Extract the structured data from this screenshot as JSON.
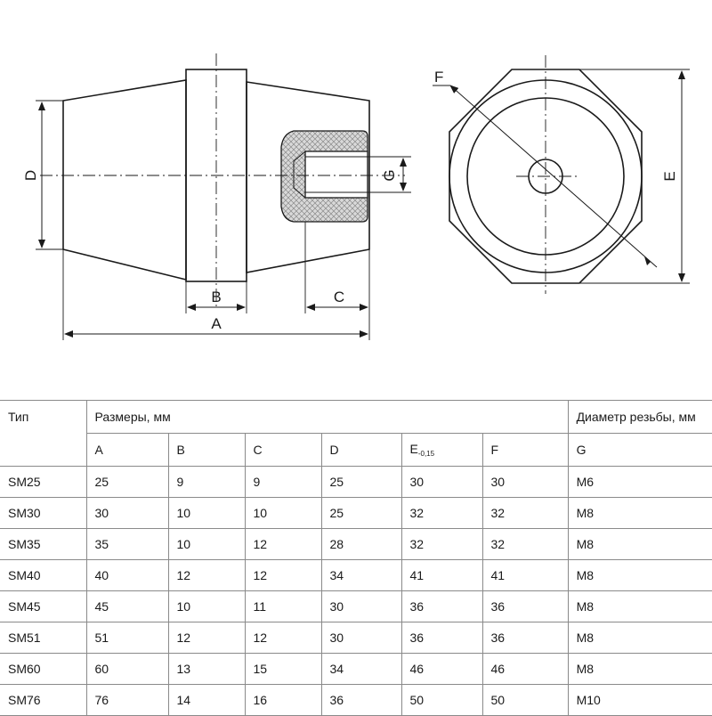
{
  "drawing": {
    "labels": {
      "A": "A",
      "B": "B",
      "C": "C",
      "D": "D",
      "E": "E",
      "F": "F",
      "G": "G"
    },
    "colors": {
      "body_fill": "#000000",
      "line": "#1a1a1a",
      "insert_hatch": "#d9d9d9"
    }
  },
  "table": {
    "type_header": "Тип",
    "dimensions_header": "Размеры, мм",
    "thread_header": "Диаметр резьбы, мм",
    "columns": [
      "A",
      "B",
      "C",
      "D",
      "E",
      "F",
      "G"
    ],
    "e_subscript": "-0,15",
    "rows": [
      {
        "type": "SM25",
        "A": "25",
        "B": "9",
        "C": "9",
        "D": "25",
        "E": "30",
        "F": "30",
        "G": "M6"
      },
      {
        "type": "SM30",
        "A": "30",
        "B": "10",
        "C": "10",
        "D": "25",
        "E": "32",
        "F": "32",
        "G": "M8"
      },
      {
        "type": "SM35",
        "A": "35",
        "B": "10",
        "C": "12",
        "D": "28",
        "E": "32",
        "F": "32",
        "G": "M8"
      },
      {
        "type": "SM40",
        "A": "40",
        "B": "12",
        "C": "12",
        "D": "34",
        "E": "41",
        "F": "41",
        "G": "M8"
      },
      {
        "type": "SM45",
        "A": "45",
        "B": "10",
        "C": "11",
        "D": "30",
        "E": "36",
        "F": "36",
        "G": "M8"
      },
      {
        "type": "SM51",
        "A": "51",
        "B": "12",
        "C": "12",
        "D": "30",
        "E": "36",
        "F": "36",
        "G": "M8"
      },
      {
        "type": "SM60",
        "A": "60",
        "B": "13",
        "C": "15",
        "D": "34",
        "E": "46",
        "F": "46",
        "G": "M8"
      },
      {
        "type": "SM76",
        "A": "76",
        "B": "14",
        "C": "16",
        "D": "36",
        "E": "50",
        "F": "50",
        "G": "M10"
      }
    ]
  }
}
